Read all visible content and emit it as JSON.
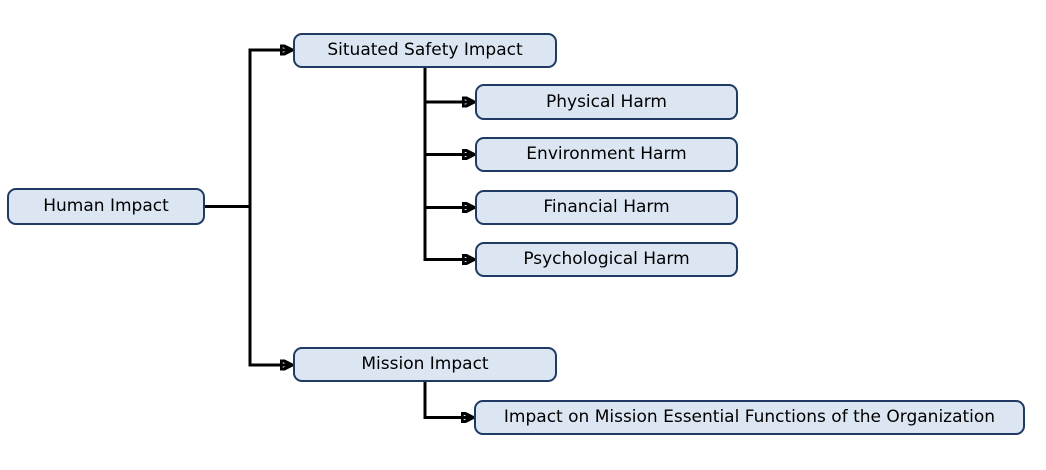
{
  "diagram": {
    "type": "hierarchy",
    "colors": {
      "node_fill": "#dce6f2",
      "node_border": "#1f3a63",
      "connector": "#000000",
      "text": "#000000",
      "background": "#ffffff"
    },
    "nodes": {
      "human_impact": {
        "label": "Human Impact"
      },
      "situated_safety_impact": {
        "label": "Situated Safety Impact"
      },
      "physical_harm": {
        "label": "Physical Harm"
      },
      "environment_harm": {
        "label": "Environment Harm"
      },
      "financial_harm": {
        "label": "Financial Harm"
      },
      "psychological_harm": {
        "label": "Psychological Harm"
      },
      "mission_impact": {
        "label": "Mission Impact"
      },
      "mission_essential_functions": {
        "label": "Impact on Mission Essential Functions of the Organization"
      }
    },
    "edges": [
      {
        "from": "human_impact",
        "to": "situated_safety_impact"
      },
      {
        "from": "human_impact",
        "to": "mission_impact"
      },
      {
        "from": "situated_safety_impact",
        "to": "physical_harm"
      },
      {
        "from": "situated_safety_impact",
        "to": "environment_harm"
      },
      {
        "from": "situated_safety_impact",
        "to": "financial_harm"
      },
      {
        "from": "situated_safety_impact",
        "to": "psychological_harm"
      },
      {
        "from": "mission_impact",
        "to": "mission_essential_functions"
      }
    ]
  }
}
